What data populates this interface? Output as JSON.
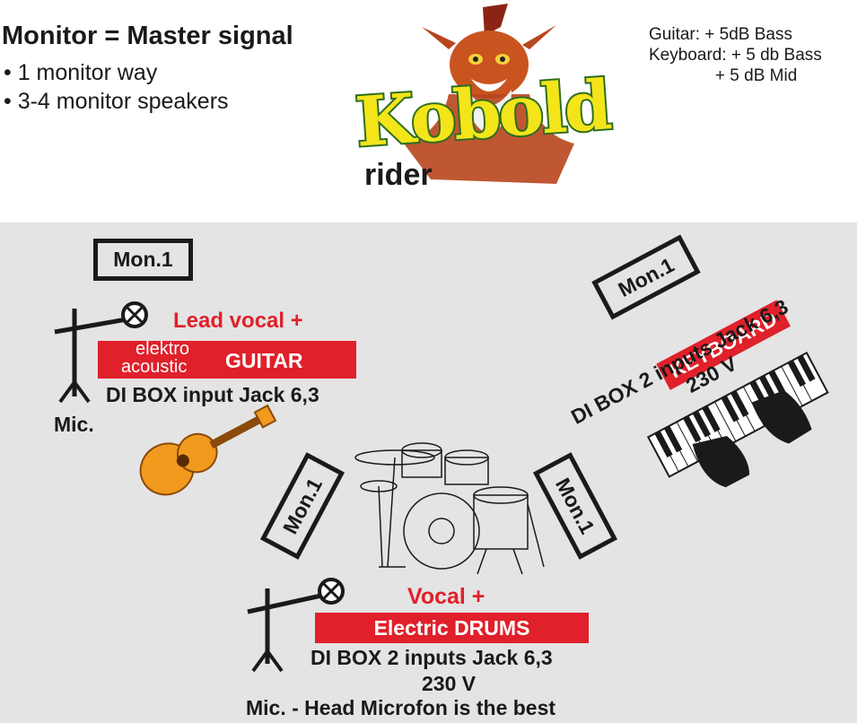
{
  "header": {
    "title": "Monitor = Master signal",
    "bullets": [
      "• 1 monitor way",
      "• 3-4 monitor speakers"
    ],
    "logo_text": "Kobold",
    "logo_subtitle": "rider",
    "eq_notes": [
      "Guitar: + 5dB Bass",
      "Keyboard: + 5 db Bass",
      "              + 5 dB Mid"
    ]
  },
  "guitar_station": {
    "monitor": "Mon.1",
    "lead": "Lead vocal +",
    "instrument_small_1": "elektro",
    "instrument_small_2": "acoustic",
    "instrument": "GUITAR",
    "di": "DI BOX input Jack 6,3",
    "mic": "Mic."
  },
  "keyboard_station": {
    "monitor": "Mon.1",
    "instrument": "KEYBOARD",
    "di": "DI BOX 2 inputs Jack 6,3",
    "power": "230 V"
  },
  "drums_station": {
    "monitor_left": "Mon.1",
    "monitor_right": "Mon.1",
    "lead": "Vocal +",
    "instrument": "Electric DRUMS",
    "di": "DI BOX 2 inputs Jack 6,3",
    "power": "230 V",
    "mic": "Mic. - Head Microfon is the best"
  },
  "colors": {
    "accent_red": "#e0202a",
    "stage_gray": "#e4e4e4",
    "logo_yellow": "#f3e51a",
    "logo_green": "#2f6d1e"
  }
}
